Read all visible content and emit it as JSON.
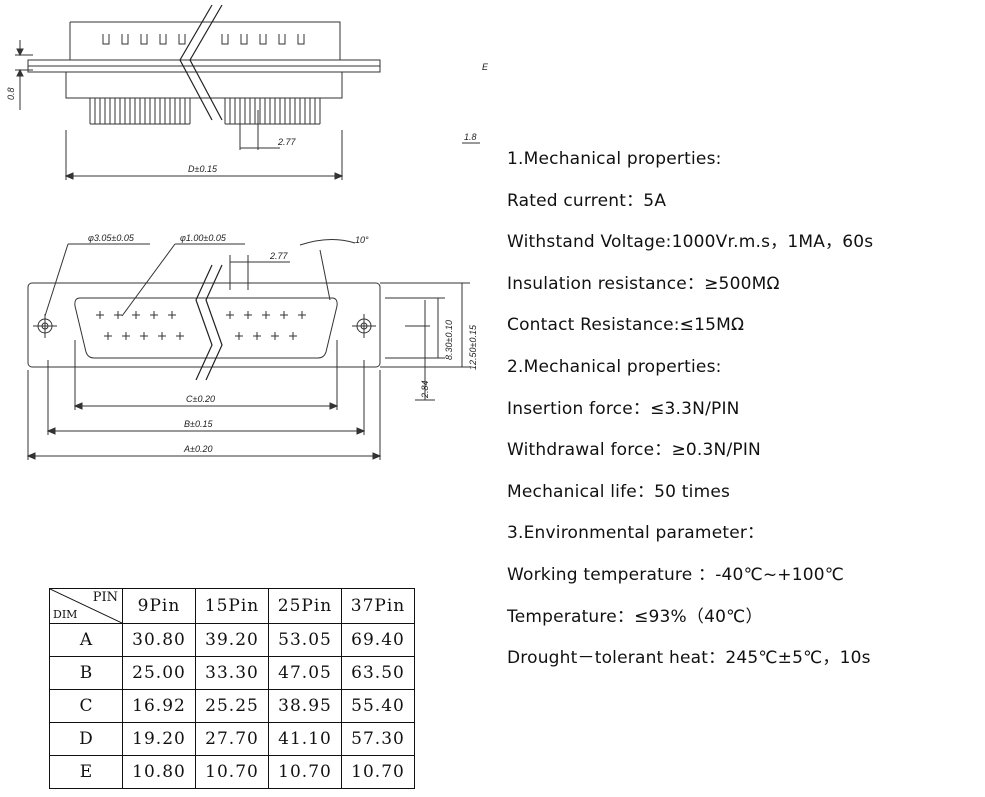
{
  "drawing": {
    "side_view": {
      "dim_08": "0.8",
      "dim_277": "2.77",
      "dim_e": "E",
      "dim_18": "1.8",
      "dim_d": "D±0.15"
    },
    "front_view": {
      "hole_dia": "φ3.05±0.05",
      "pin_dia": "φ1.00±0.05",
      "pitch": "2.77",
      "angle": "10°",
      "height_inner": "8.30±0.10",
      "height_outer": "12.50±0.15",
      "offset": "2.84",
      "dim_c": "C±0.20",
      "dim_b": "B±0.15",
      "dim_a": "A±0.20"
    }
  },
  "specs": [
    "1.Mechanical properties:",
    "Rated current：5A",
    "Withstand Voltage:1000Vr.m.s，1MA，60s",
    "Insulation resistance：≥500MΩ",
    "Contact Resistance:≤15MΩ",
    "2.Mechanical properties:",
    "Insertion force：≤3.3N/PIN",
    "Withdrawal force：≥0.3N/PIN",
    "Mechanical life：50 times",
    "3.Environmental parameter：",
    "Working temperature ：-40℃~+100℃",
    "Temperature：≤93%（40℃）",
    "Drought－tolerant heat：245℃±5℃，10s"
  ],
  "table": {
    "corner_top": "PIN",
    "corner_bottom": "DIM",
    "headers": [
      "9Pin",
      "15Pin",
      "25Pin",
      "37Pin"
    ],
    "rows": [
      {
        "label": "A",
        "values": [
          "30.80",
          "39.20",
          "53.05",
          "69.40"
        ]
      },
      {
        "label": "B",
        "values": [
          "25.00",
          "33.30",
          "47.05",
          "63.50"
        ]
      },
      {
        "label": "C",
        "values": [
          "16.92",
          "25.25",
          "38.95",
          "55.40"
        ]
      },
      {
        "label": "D",
        "values": [
          "19.20",
          "27.70",
          "41.10",
          "57.30"
        ]
      },
      {
        "label": "E",
        "values": [
          "10.80",
          "10.70",
          "10.70",
          "10.70"
        ]
      }
    ]
  }
}
